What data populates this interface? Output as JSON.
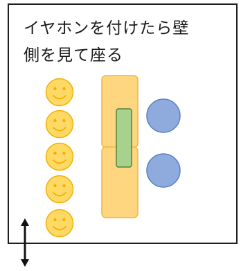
{
  "instruction": {
    "line1": "イヤホンを付けたら壁",
    "line2": "側を見て座る"
  },
  "diagram": {
    "person_count": 5,
    "desk_count": 2,
    "partition_count": 1,
    "chair_count": 2,
    "colors": {
      "frame": "#1f1f1f",
      "face_fill": "#FFD966",
      "face_stroke": "#F4B000",
      "desk_fill": "#FFD680",
      "desk_stroke": "#F2B53C",
      "partition_fill": "#A9D18E",
      "partition_stroke": "#548235",
      "chair_fill": "#8FAADC",
      "chair_stroke": "#5B7FC7",
      "arrow": "#111111"
    }
  }
}
